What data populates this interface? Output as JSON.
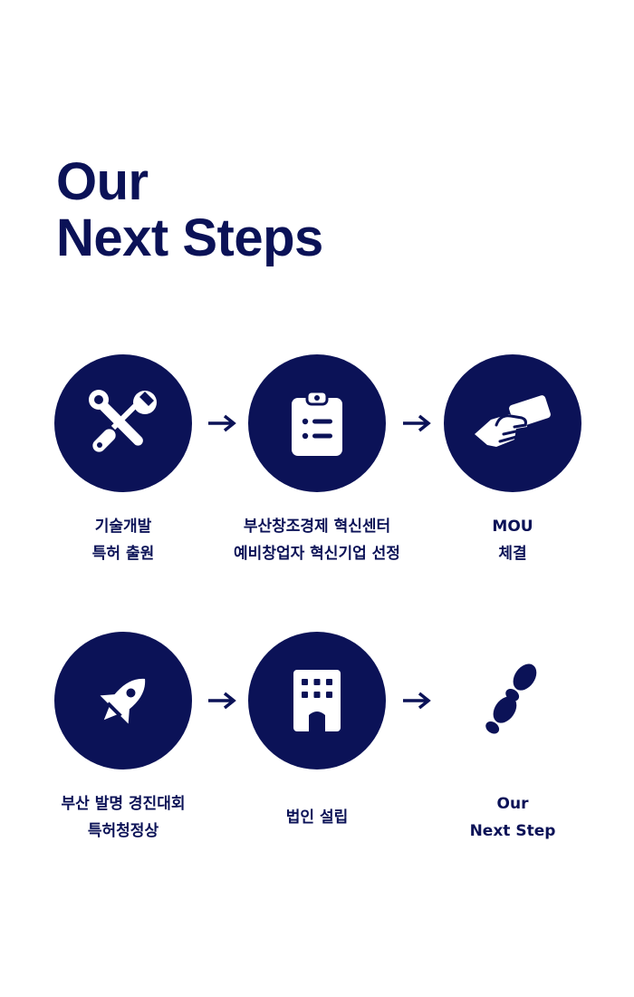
{
  "title": {
    "line1": "Our",
    "line2": "Next Steps"
  },
  "colors": {
    "navy": "#0b1257",
    "white": "#ffffff"
  },
  "steps": [
    {
      "icon": "tools-icon",
      "line1": "기술개발",
      "line2": "특허 출원"
    },
    {
      "icon": "clipboard-icon",
      "line1": "부산창조경제 혁신센터",
      "line2": "예비창업자 혁신기업 선정"
    },
    {
      "icon": "handshake-icon",
      "line1": "MOU",
      "line2": "체결"
    },
    {
      "icon": "rocket-icon",
      "line1": "부산 발명 경진대회",
      "line2": "특허청정상"
    },
    {
      "icon": "building-icon",
      "line1": "법인 설립",
      "line2": ""
    },
    {
      "icon": "footprints-icon",
      "line1": "Our",
      "line2": "Next Step"
    }
  ],
  "arrow_icon": "arrow-right-icon"
}
